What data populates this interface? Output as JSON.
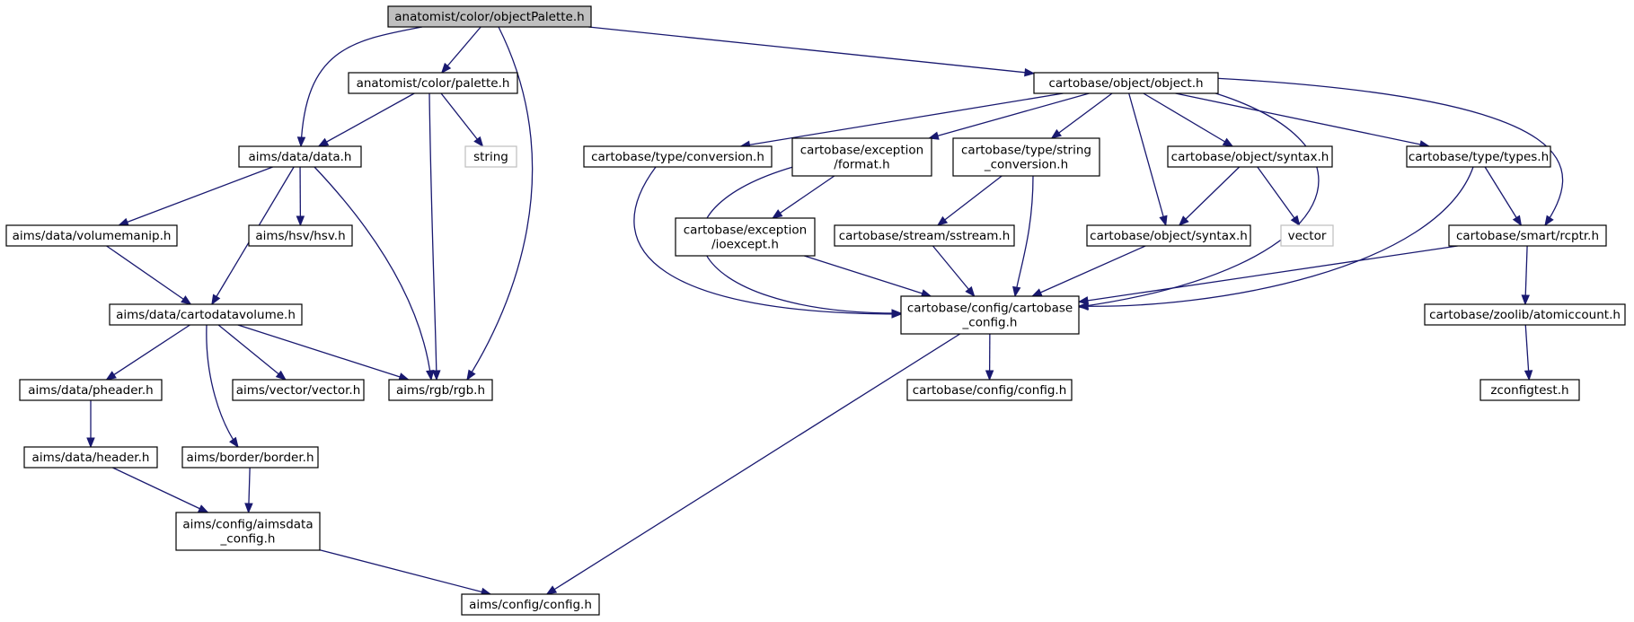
{
  "colors": {
    "edge": "#191970",
    "root_fill": "#bfbfbf",
    "external_border": "#bfbfbf"
  },
  "nodes": [
    {
      "id": "objectPalette",
      "label": [
        "anatomist/color/objectPalette.h"
      ],
      "kind": "root"
    },
    {
      "id": "palette",
      "label": [
        "anatomist/color/palette.h"
      ]
    },
    {
      "id": "data",
      "label": [
        "aims/data/data.h"
      ]
    },
    {
      "id": "string",
      "label": [
        "string"
      ],
      "kind": "ext"
    },
    {
      "id": "volumemanip",
      "label": [
        "aims/data/volumemanip.h"
      ]
    },
    {
      "id": "hsv",
      "label": [
        "aims/hsv/hsv.h"
      ]
    },
    {
      "id": "cartodatavolume",
      "label": [
        "aims/data/cartodatavolume.h"
      ]
    },
    {
      "id": "pheader",
      "label": [
        "aims/data/pheader.h"
      ]
    },
    {
      "id": "vectorh",
      "label": [
        "aims/vector/vector.h"
      ]
    },
    {
      "id": "rgb",
      "label": [
        "aims/rgb/rgb.h"
      ]
    },
    {
      "id": "header",
      "label": [
        "aims/data/header.h"
      ]
    },
    {
      "id": "border",
      "label": [
        "aims/border/border.h"
      ]
    },
    {
      "id": "aimsdataconfig",
      "label": [
        "aims/config/aimsdata",
        "_config.h"
      ]
    },
    {
      "id": "aimsconfig",
      "label": [
        "aims/config/config.h"
      ]
    },
    {
      "id": "object",
      "label": [
        "cartobase/object/object.h"
      ]
    },
    {
      "id": "conversion",
      "label": [
        "cartobase/type/conversion.h"
      ]
    },
    {
      "id": "format",
      "label": [
        "cartobase/exception",
        "/format.h"
      ]
    },
    {
      "id": "stringconv",
      "label": [
        "cartobase/type/string",
        "_conversion.h"
      ]
    },
    {
      "id": "syntax1",
      "label": [
        "cartobase/object/syntax.h"
      ]
    },
    {
      "id": "types",
      "label": [
        "cartobase/type/types.h"
      ]
    },
    {
      "id": "ioexcept",
      "label": [
        "cartobase/exception",
        "/ioexcept.h"
      ]
    },
    {
      "id": "sstream",
      "label": [
        "cartobase/stream/sstream.h"
      ]
    },
    {
      "id": "syntax2",
      "label": [
        "cartobase/object/syntax.h"
      ]
    },
    {
      "id": "vectorstd",
      "label": [
        "vector"
      ],
      "kind": "ext"
    },
    {
      "id": "rcptr",
      "label": [
        "cartobase/smart/rcptr.h"
      ]
    },
    {
      "id": "cartobaseconfig",
      "label": [
        "cartobase/config/cartobase",
        "_config.h"
      ]
    },
    {
      "id": "cbconfig",
      "label": [
        "cartobase/config/config.h"
      ]
    },
    {
      "id": "atomiccount",
      "label": [
        "cartobase/zoolib/atomiccount.h"
      ]
    },
    {
      "id": "zconfigtest",
      "label": [
        "zconfigtest.h"
      ]
    }
  ],
  "edges": [
    [
      "objectPalette",
      "palette"
    ],
    [
      "objectPalette",
      "data"
    ],
    [
      "objectPalette",
      "rgb"
    ],
    [
      "objectPalette",
      "object"
    ],
    [
      "palette",
      "data"
    ],
    [
      "palette",
      "string"
    ],
    [
      "palette",
      "rgb"
    ],
    [
      "data",
      "volumemanip"
    ],
    [
      "data",
      "hsv"
    ],
    [
      "data",
      "cartodatavolume"
    ],
    [
      "data",
      "rgb"
    ],
    [
      "volumemanip",
      "cartodatavolume"
    ],
    [
      "cartodatavolume",
      "pheader"
    ],
    [
      "cartodatavolume",
      "vectorh"
    ],
    [
      "cartodatavolume",
      "rgb"
    ],
    [
      "cartodatavolume",
      "border"
    ],
    [
      "pheader",
      "header"
    ],
    [
      "header",
      "aimsdataconfig"
    ],
    [
      "border",
      "aimsdataconfig"
    ],
    [
      "aimsdataconfig",
      "aimsconfig"
    ],
    [
      "object",
      "conversion"
    ],
    [
      "object",
      "format"
    ],
    [
      "object",
      "stringconv"
    ],
    [
      "object",
      "syntax1"
    ],
    [
      "object",
      "types"
    ],
    [
      "object",
      "syntax2"
    ],
    [
      "object",
      "rcptr"
    ],
    [
      "object",
      "cartobaseconfig"
    ],
    [
      "conversion",
      "cartobaseconfig"
    ],
    [
      "format",
      "ioexcept"
    ],
    [
      "format",
      "cartobaseconfig"
    ],
    [
      "stringconv",
      "sstream"
    ],
    [
      "stringconv",
      "cartobaseconfig"
    ],
    [
      "syntax1",
      "syntax2"
    ],
    [
      "syntax1",
      "vectorstd"
    ],
    [
      "types",
      "rcptr"
    ],
    [
      "types",
      "cartobaseconfig"
    ],
    [
      "ioexcept",
      "cartobaseconfig"
    ],
    [
      "sstream",
      "cartobaseconfig"
    ],
    [
      "syntax2",
      "cartobaseconfig"
    ],
    [
      "rcptr",
      "cartobaseconfig"
    ],
    [
      "rcptr",
      "atomiccount"
    ],
    [
      "cartobaseconfig",
      "cbconfig"
    ],
    [
      "cartobaseconfig",
      "aimsconfig"
    ],
    [
      "atomiccount",
      "zconfigtest"
    ]
  ]
}
